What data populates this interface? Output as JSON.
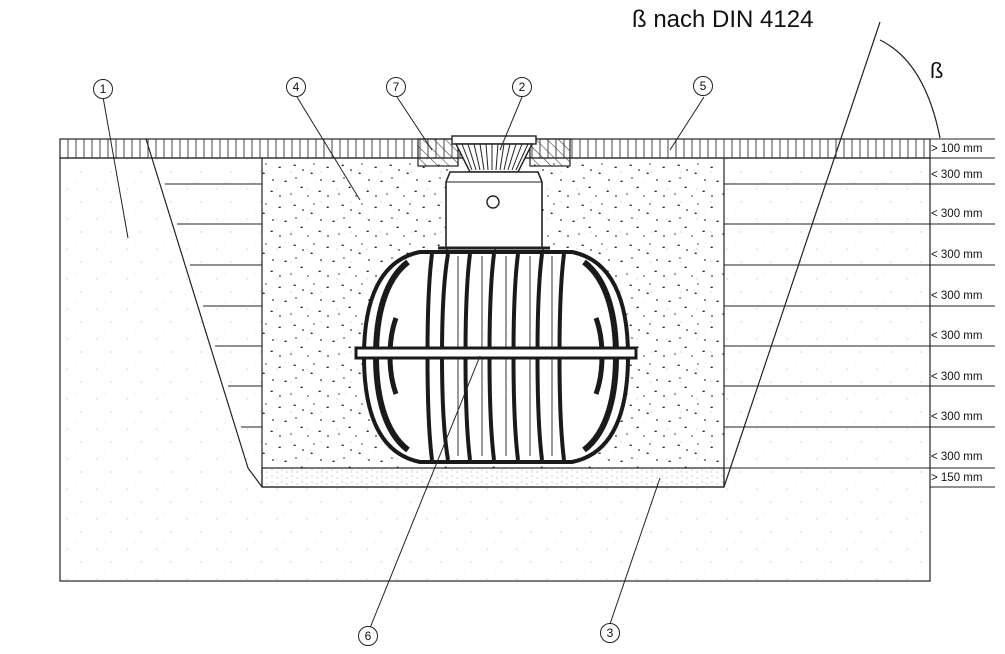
{
  "title": "ß nach DIN  4124",
  "angle_label": "ß",
  "dimensions": [
    "> 100 mm",
    "< 300 mm",
    "< 300 mm",
    "< 300 mm",
    "< 300 mm",
    "< 300 mm",
    "< 300 mm",
    "< 300 mm",
    "< 300 mm",
    "> 150 mm"
  ],
  "callouts": [
    "1",
    "2",
    "3",
    "4",
    "5",
    "6",
    "7"
  ],
  "colors": {
    "line": "#222222",
    "hatch": "#444444",
    "tank": "#1a1a1a"
  }
}
